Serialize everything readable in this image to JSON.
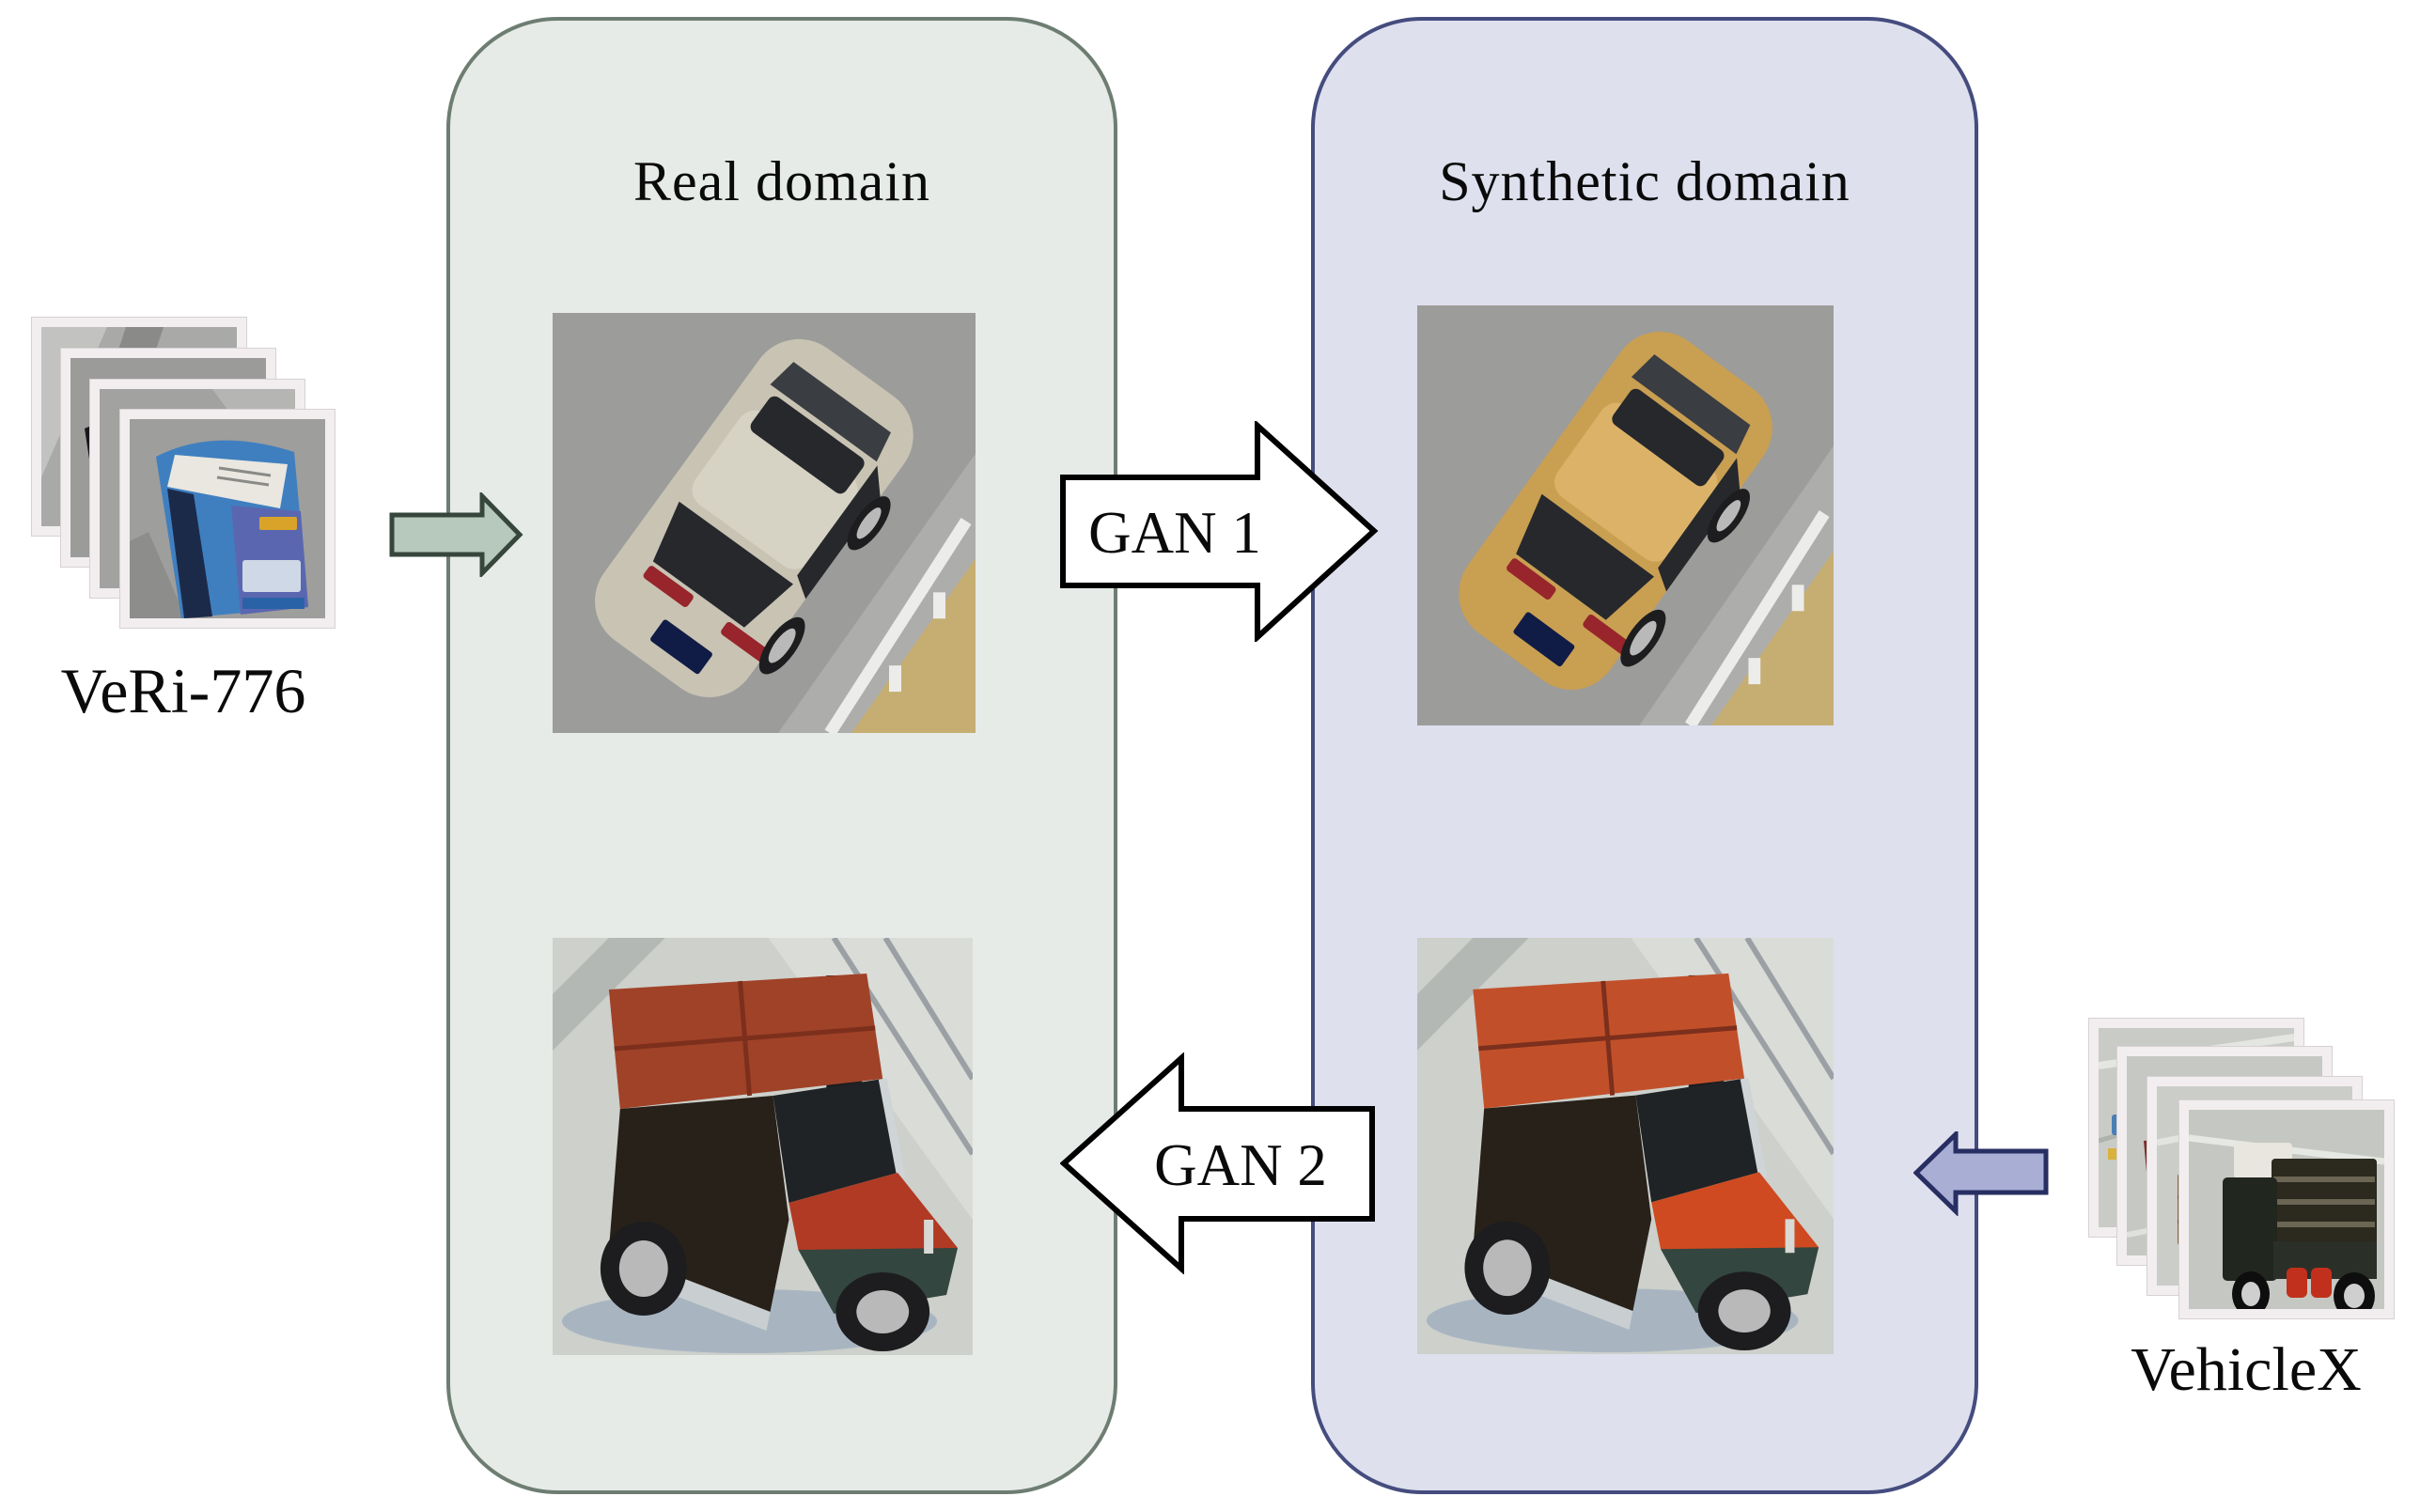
{
  "panels": {
    "real": {
      "title": "Real domain",
      "bg": "#e6ebe8",
      "border": "#6e7d72"
    },
    "synthetic": {
      "title": "Synthetic domain",
      "bg": "#dee0ee",
      "border": "#454c7e"
    }
  },
  "gan_arrows": {
    "gan1": {
      "label": "GAN 1",
      "direction": "right",
      "fill": "#ffffff",
      "stroke": "#000000"
    },
    "gan2": {
      "label": "GAN 2",
      "direction": "left",
      "fill": "#ffffff",
      "stroke": "#000000"
    }
  },
  "input_arrows": {
    "veri": {
      "direction": "right",
      "fill": "#b7c8bc",
      "stroke": "#37463c"
    },
    "vehiclex": {
      "direction": "left",
      "fill": "#a9aed4",
      "stroke": "#272e62"
    }
  },
  "datasets": {
    "veri": {
      "label": "VeRi-776",
      "image_names": [
        "dark-red-bus-top",
        "black-car",
        "red-taxi",
        "blue-bus-rear"
      ]
    },
    "vehiclex": {
      "label": "VehicleX",
      "image_names": [
        "synthetic-street-scene",
        "red-car-scene",
        "brown-crate-scene",
        "truck-with-red-barrels"
      ]
    }
  },
  "photos": {
    "real_sedan": "silver-sedan-rear-top-view",
    "synth_sedan": "gold-sedan-rear-top-view",
    "real_jeep": "dark-red-jeep-front-view",
    "synth_jeep": "orange-red-jeep-front-view"
  }
}
